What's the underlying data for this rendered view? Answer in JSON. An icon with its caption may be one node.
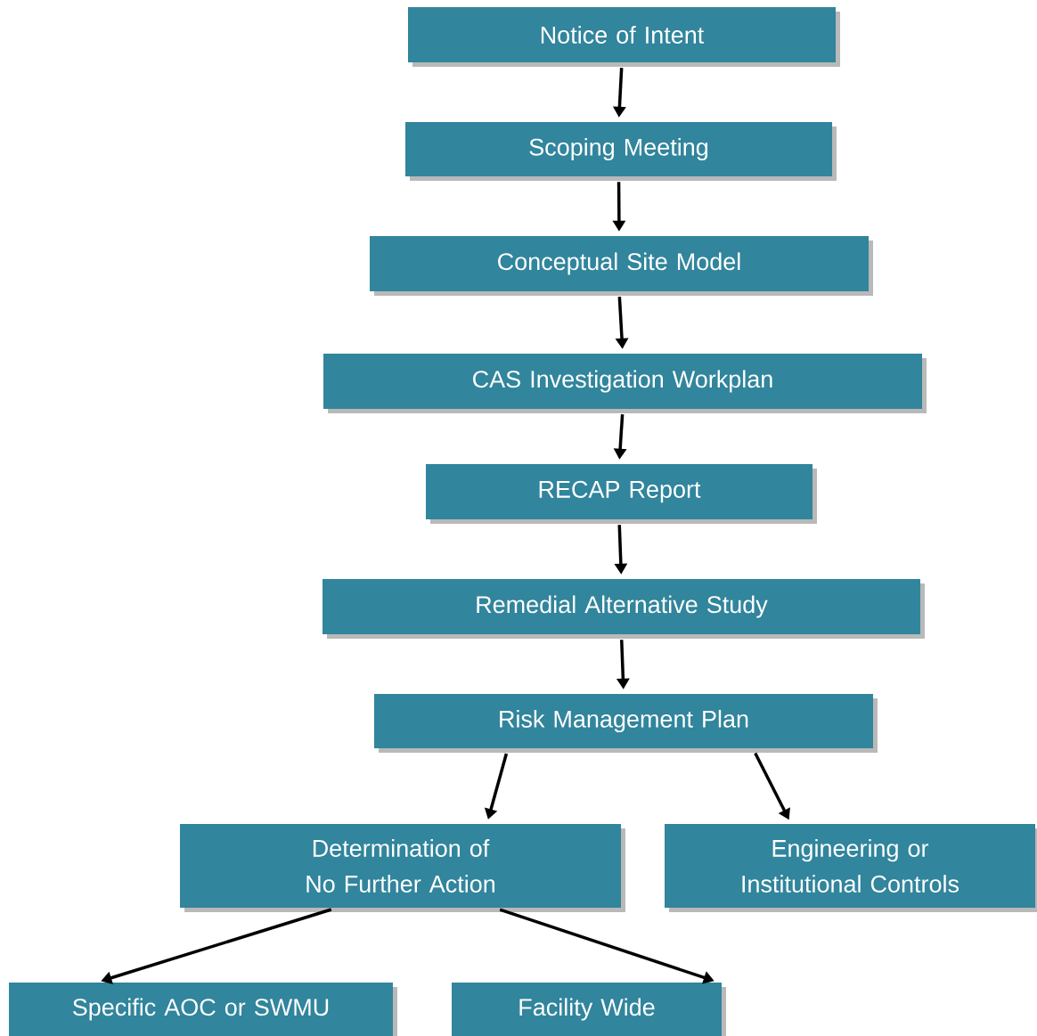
{
  "diagram": {
    "nodes": [
      {
        "text": [
          "Notice of Intent"
        ]
      },
      {
        "text": [
          "Scoping Meeting"
        ]
      },
      {
        "text": [
          "Conceptual Site Model"
        ]
      },
      {
        "text": [
          "CAS Investigation Workplan"
        ]
      },
      {
        "text": [
          "RECAP Report"
        ]
      },
      {
        "text": [
          "Remedial Alternative Study"
        ]
      },
      {
        "text": [
          "Risk Management Plan"
        ]
      },
      {
        "text": [
          "Determination of No Further Action"
        ]
      },
      {
        "text": [
          "Engineering or Institutional Controls"
        ]
      },
      {
        "text": [
          "Specific AOC or SWMU"
        ]
      },
      {
        "text": [
          "Facility Wide"
        ]
      }
    ],
    "edges": [
      {
        "from": 0,
        "to": 1,
        "arrow": "to"
      },
      {
        "from": 1,
        "to": 2,
        "arrow": "to"
      },
      {
        "from": 2,
        "to": 3,
        "arrow": "to"
      },
      {
        "from": 3,
        "to": 4,
        "arrow": "to"
      },
      {
        "from": 4,
        "to": 5,
        "arrow": "to"
      },
      {
        "from": 5,
        "to": 6,
        "arrow": "to"
      },
      {
        "from": 6,
        "to": 7,
        "arrow": "to"
      },
      {
        "from": 6,
        "to": 8,
        "arrow": "to"
      },
      {
        "from": 7,
        "to": 9,
        "arrow": "to"
      },
      {
        "from": 7,
        "to": 10,
        "arrow": "to"
      }
    ]
  }
}
